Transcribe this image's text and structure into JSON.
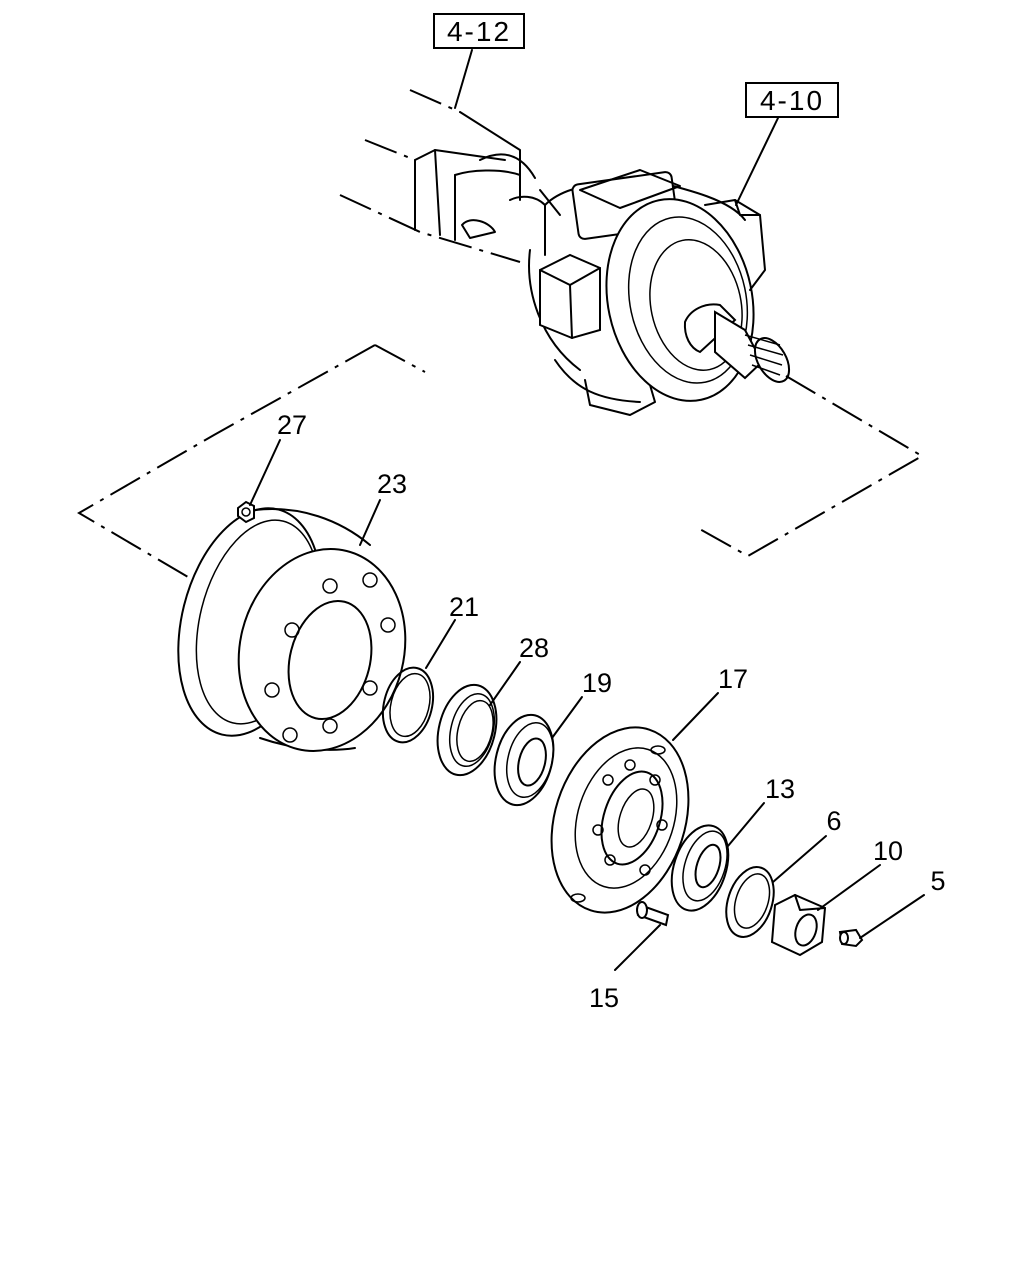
{
  "references": [
    {
      "id": "ref-4-12",
      "text": "4-12"
    },
    {
      "id": "ref-4-10",
      "text": "4-10"
    }
  ],
  "part_numbers": [
    {
      "id": "27",
      "text": "27"
    },
    {
      "id": "23",
      "text": "23"
    },
    {
      "id": "21",
      "text": "21"
    },
    {
      "id": "28",
      "text": "28"
    },
    {
      "id": "19",
      "text": "19"
    },
    {
      "id": "17",
      "text": "17"
    },
    {
      "id": "13",
      "text": "13"
    },
    {
      "id": "6",
      "text": "6"
    },
    {
      "id": "10",
      "text": "10"
    },
    {
      "id": "5",
      "text": "5"
    },
    {
      "id": "15",
      "text": "15"
    }
  ]
}
